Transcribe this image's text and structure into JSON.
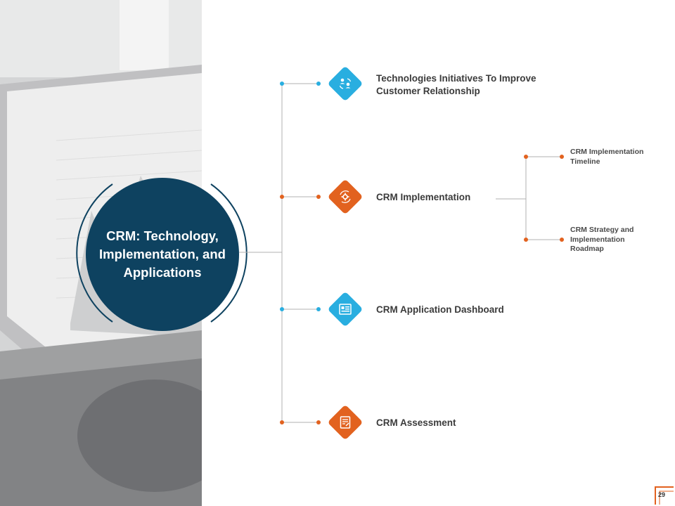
{
  "hub": {
    "title": "CRM: Technology, Implementation, and Applications"
  },
  "branches": [
    {
      "label": "Technologies Initiatives To Improve Customer Relationship",
      "icon": "users-sync-icon",
      "color": "#29aee0"
    },
    {
      "label": "CRM Implementation",
      "icon": "gear-cycle-icon",
      "color": "#e2621f"
    },
    {
      "label": "CRM Application Dashboard",
      "icon": "dashboard-icon",
      "color": "#29aee0"
    },
    {
      "label": "CRM Assessment",
      "icon": "checklist-icon",
      "color": "#e2621f"
    }
  ],
  "sub_branches": [
    {
      "label": "CRM Implementation Timeline"
    },
    {
      "label": "CRM Strategy and Implementation Roadmap"
    }
  ],
  "page_number": "29",
  "colors": {
    "navy": "#0e4260",
    "blue": "#29aee0",
    "orange": "#e2621f"
  }
}
